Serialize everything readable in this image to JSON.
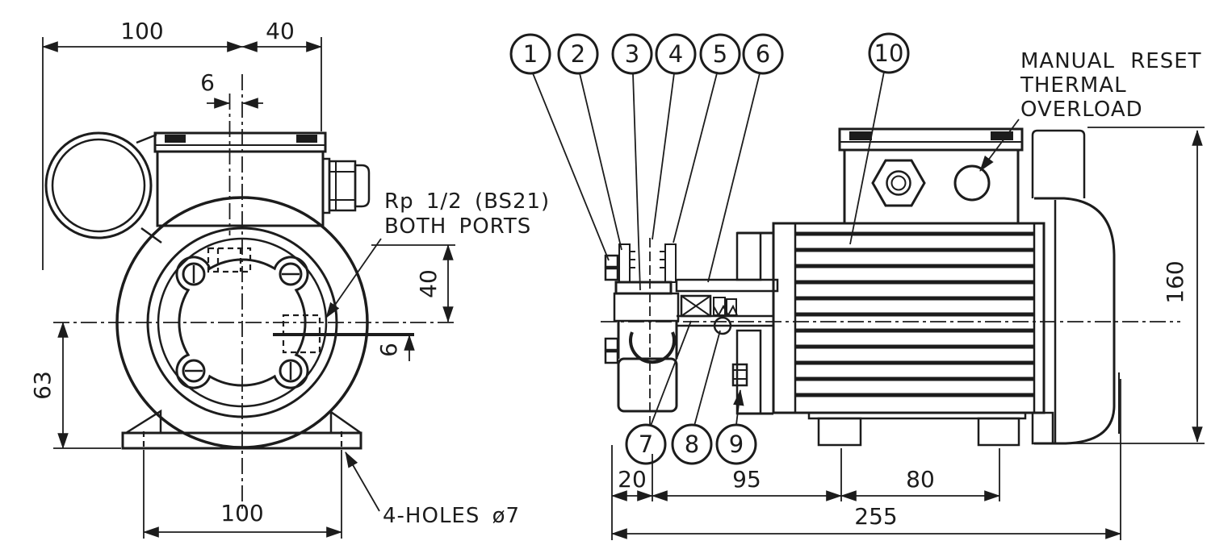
{
  "colors": {
    "ink": "#1c1c1c",
    "paper": "#ffffff"
  },
  "front_view": {
    "dim_overall_width": "100",
    "dim_box_overhang": "40",
    "dim_offset_top": "6",
    "dim_port_height": "40",
    "dim_port_offset": "6",
    "dim_centre_height": "63",
    "dim_hole_spacing": "100",
    "port_note": [
      "Rp 1/2 (BS21)",
      "BOTH PORTS"
    ],
    "holes_note": "4-HOLES ø7"
  },
  "side_view": {
    "callouts": [
      "1",
      "2",
      "3",
      "4",
      "5",
      "6",
      "7",
      "8",
      "9",
      "10"
    ],
    "overload_note": [
      "MANUAL RESET",
      "THERMAL",
      "OVERLOAD"
    ],
    "dim_height": "160",
    "dim_port_to_face": "20",
    "dim_pump_length": "95",
    "dim_foot_length": "80",
    "dim_overall_length": "255"
  }
}
